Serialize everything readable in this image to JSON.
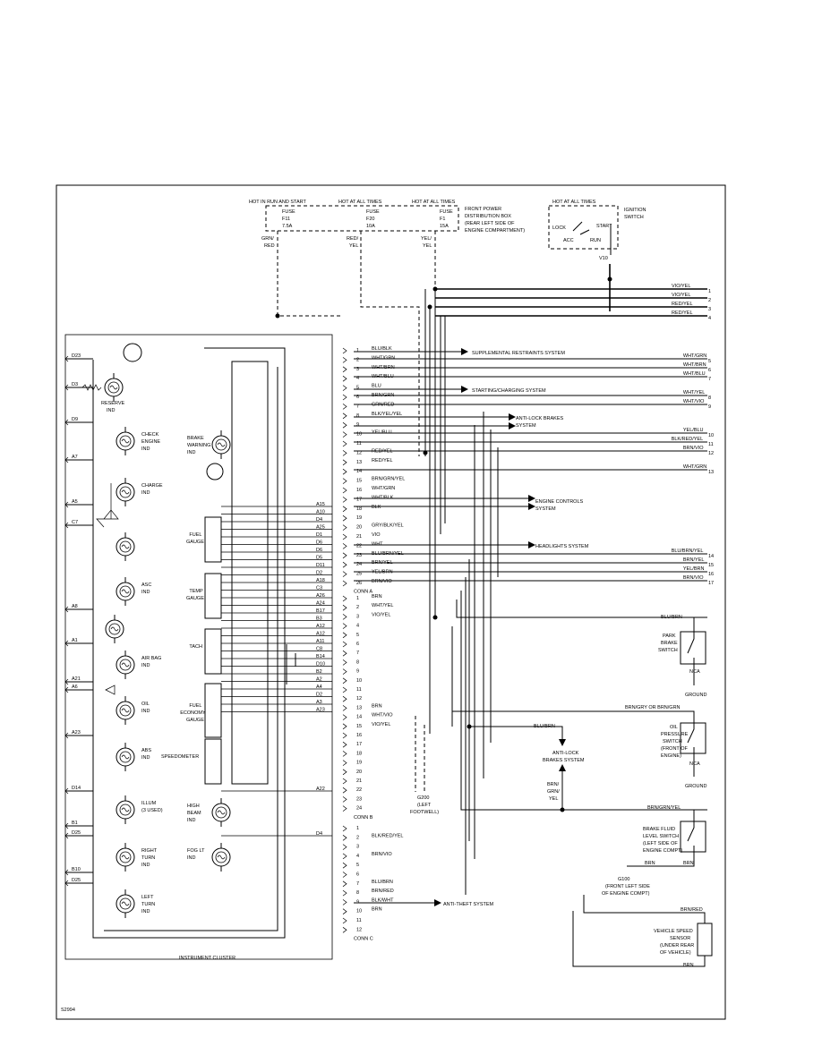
{
  "frame": {
    "code": "S2994"
  },
  "power": {
    "hot1": "HOT IN RUN AND START",
    "hot2": "HOT AT ALL TIMES",
    "hot3": "HOT AT ALL TIMES",
    "fuse1": [
      "FUSE",
      "F11",
      "7.5A"
    ],
    "fuse2": [
      "FUSE",
      "F20",
      "10A"
    ],
    "fuse3": [
      "FUSE",
      "F1",
      "15A"
    ],
    "box": [
      "FRONT POWER",
      "DISTRIBUTION BOX",
      "(REAR LEFT SIDE OF",
      "ENGINE COMPARTMENT)"
    ],
    "w1": [
      "GRN/",
      "RED"
    ],
    "w2": [
      "RED/",
      "YEL"
    ],
    "w3": [
      "YEL/",
      "YEL"
    ]
  },
  "ignition": {
    "hot": "HOT AT ALL TIMES",
    "title": [
      "IGNITION",
      "SWITCH"
    ],
    "lock": "LOCK",
    "acc": "ACC",
    "start": "START",
    "run": "RUN",
    "pin": "V10"
  },
  "top_wires": [
    {
      "label": "VIO/YEL",
      "num": "1"
    },
    {
      "label": "VIO/YEL",
      "num": "2"
    },
    {
      "label": "RED/YEL",
      "num": "3"
    },
    {
      "label": "RED/YEL",
      "num": "4"
    }
  ],
  "cluster": {
    "title": "INSTRUMENT CLUSTER",
    "left_pins": [
      "D23",
      "D3",
      "D9",
      "A7",
      "A5",
      "C7",
      "A8",
      "A1",
      "A21",
      "A6",
      "A23",
      "D14",
      "B1",
      "D25",
      "B10",
      "D25"
    ],
    "right_pins": [
      "A15",
      "A10",
      "D4",
      "A25",
      "D1",
      "D6",
      "D6",
      "D5",
      "D11",
      "D2",
      "A18",
      "C3",
      "A26",
      "A24",
      "B17",
      "B3",
      "A12",
      "A12",
      "A11",
      "C8",
      "B14",
      "D10",
      "B2",
      "A2",
      "A4",
      "D2",
      "A3",
      "A23",
      "A22",
      "D4"
    ],
    "indicators": [
      [
        "RESERVE",
        "IND"
      ],
      [
        "CHECK",
        "ENGINE",
        "IND"
      ],
      [
        "CHARGE",
        "IND"
      ],
      [
        "ASC",
        "IND"
      ],
      [
        "AIR BAG",
        "IND"
      ],
      [
        "OIL",
        "IND"
      ],
      [
        "ABS",
        "IND"
      ],
      [
        "ILLUM",
        "(3 USED)"
      ],
      [
        "RIGHT",
        "TURN",
        "IND"
      ],
      [
        "LEFT",
        "TURN",
        "IND"
      ],
      [
        "BRAKE",
        "WARNING",
        "IND"
      ],
      [
        "HIGH",
        "BEAM",
        "IND"
      ],
      [
        "FOG LT",
        "IND"
      ]
    ],
    "gauges": [
      [
        "FUEL",
        "GAUGE"
      ],
      [
        "TEMP",
        "GAUGE"
      ],
      [
        "TACH"
      ],
      [
        "FUEL",
        "ECONOMY",
        "GAUGE"
      ],
      [
        "SPEEDOMETER"
      ]
    ]
  },
  "conn_a": {
    "name": "CONN A",
    "pins": [
      {
        "n": "1",
        "w": "BLU/BLK"
      },
      {
        "n": "2",
        "w": "WHT/GRN"
      },
      {
        "n": "3",
        "w": "WHT/BRN"
      },
      {
        "n": "4",
        "w": "WHT/BLU"
      },
      {
        "n": "5",
        "w": "BLU"
      },
      {
        "n": "6",
        "w": "BRN/GRN"
      },
      {
        "n": "7",
        "w": "GRN/RED"
      },
      {
        "n": "8",
        "w": "BLK/YEL/YEL"
      },
      {
        "n": "9",
        "w": ""
      },
      {
        "n": "10",
        "w": "YEL/BLU"
      },
      {
        "n": "11",
        "w": ""
      },
      {
        "n": "12",
        "w": "RED/YEL"
      },
      {
        "n": "13",
        "w": "RED/YEL"
      },
      {
        "n": "14",
        "w": ""
      },
      {
        "n": "15",
        "w": "BRN/GRN/YEL"
      },
      {
        "n": "16",
        "w": "WHT/GRN"
      },
      {
        "n": "17",
        "w": "WHT/BLK"
      },
      {
        "n": "18",
        "w": "BLK"
      },
      {
        "n": "19",
        "w": ""
      },
      {
        "n": "20",
        "w": "GRY/BLK/YEL"
      },
      {
        "n": "21",
        "w": "VIO"
      },
      {
        "n": "22",
        "w": "WHT"
      },
      {
        "n": "23",
        "w": "BLU/BRN/YEL"
      },
      {
        "n": "24",
        "w": "BRN/YEL"
      },
      {
        "n": "25",
        "w": "YEL/BRN"
      },
      {
        "n": "26",
        "w": "BRN/VIO"
      }
    ]
  },
  "conn_b": {
    "name": "CONN B",
    "pins": [
      {
        "n": "1",
        "w": "BRN"
      },
      {
        "n": "2",
        "w": "WHT/YEL"
      },
      {
        "n": "3",
        "w": "VIO/YEL"
      },
      {
        "n": "4",
        "w": ""
      },
      {
        "n": "5",
        "w": ""
      },
      {
        "n": "6",
        "w": ""
      },
      {
        "n": "7",
        "w": ""
      },
      {
        "n": "8",
        "w": ""
      },
      {
        "n": "9",
        "w": ""
      },
      {
        "n": "10",
        "w": ""
      },
      {
        "n": "11",
        "w": ""
      },
      {
        "n": "12",
        "w": ""
      },
      {
        "n": "13",
        "w": "BRN"
      },
      {
        "n": "14",
        "w": "WHT/VIO"
      },
      {
        "n": "15",
        "w": "VIO/YEL"
      },
      {
        "n": "16",
        "w": ""
      },
      {
        "n": "17",
        "w": ""
      },
      {
        "n": "18",
        "w": ""
      },
      {
        "n": "19",
        "w": ""
      },
      {
        "n": "20",
        "w": ""
      },
      {
        "n": "21",
        "w": ""
      },
      {
        "n": "22",
        "w": ""
      },
      {
        "n": "23",
        "w": ""
      },
      {
        "n": "24",
        "w": ""
      }
    ]
  },
  "conn_c": {
    "name": "CONN C",
    "pins": [
      {
        "n": "1",
        "w": ""
      },
      {
        "n": "2",
        "w": "BLK/RED/YEL"
      },
      {
        "n": "3",
        "w": ""
      },
      {
        "n": "4",
        "w": "BRN/VIO"
      },
      {
        "n": "5",
        "w": ""
      },
      {
        "n": "6",
        "w": ""
      },
      {
        "n": "7",
        "w": "BLU/BRN"
      },
      {
        "n": "8",
        "w": "BRN/RED"
      },
      {
        "n": "9",
        "w": "BLK/WHT"
      },
      {
        "n": "10",
        "w": "BRN"
      },
      {
        "n": "11",
        "w": ""
      },
      {
        "n": "12",
        "w": ""
      }
    ]
  },
  "systems": {
    "srs": "SUPPLEMENTAL RESTRAINTS SYSTEM",
    "charging": "STARTING/CHARGING SYSTEM",
    "abs": [
      "ANTI-LOCK BRAKES",
      "SYSTEM"
    ],
    "engine": [
      "ENGINE CONTROLS",
      "SYSTEM"
    ],
    "headlights": "HEADLIGHTS SYSTEM",
    "antitheft": "ANTI-THEFT SYSTEM",
    "abs2": [
      "ANTI-LOCK",
      "BRAKES SYSTEM"
    ]
  },
  "right_a": [
    {
      "label": "WHT/GRN",
      "num": "5"
    },
    {
      "label": "WHT/BRN",
      "num": "6"
    },
    {
      "label": "WHT/BLU",
      "num": "7"
    },
    {
      "label": "WHT/YEL",
      "num": "8"
    },
    {
      "label": "WHT/VIO",
      "num": "9"
    },
    {
      "label": "YEL/BLU",
      "num": "10"
    },
    {
      "label": "BLK/RED/YEL",
      "num": "11"
    },
    {
      "label": "BRN/VIO",
      "num": "12"
    },
    {
      "label": "WHT/GRN",
      "num": "13"
    },
    {
      "label": "BLU/BRN/YEL",
      "num": "14"
    },
    {
      "label": "BRN/YEL",
      "num": "15"
    },
    {
      "label": "YEL/BRN",
      "num": "16"
    },
    {
      "label": "BRN/VIO",
      "num": "17"
    }
  ],
  "components": {
    "park": [
      "PARK",
      "BRAKE",
      "SWITCH"
    ],
    "park_wire": "BLU/BRN",
    "nca1": "NCA",
    "ground1": "GROUND",
    "oil": [
      "OIL",
      "PRESSURE",
      "SWITCH",
      "(FRONT OF",
      "ENGINE)"
    ],
    "oil_wire": "BRN/GRY OR BRN/GRN",
    "nca2": "NCA",
    "ground2": "GROUND",
    "abs_wire": "BLU/BRN",
    "abs_wires": [
      "BRN/",
      "GRN/",
      "YEL"
    ],
    "brake_fluid": [
      "BRAKE FLUID",
      "LEVEL SWITCH",
      "(LEFT SIDE OF",
      "ENGINE COMPT)"
    ],
    "bf_wire": "BRN/GRN/YEL",
    "bf_brn": "BRN",
    "g100": [
      "G100",
      "(FRONT LEFT SIDE",
      "OF ENGINE COMPT)"
    ],
    "g100_wire": "BRN",
    "vss": [
      "VEHICLE SPEED",
      "SENSOR",
      "(UNDER REAR",
      "OF VEHICLE)"
    ],
    "vss_wire1": "BRN/RED",
    "vss_wire2": "BRN",
    "g200": [
      "G200",
      "(LEFT",
      "FOOTWELL)"
    ],
    "g200_wires": [
      "BRN",
      "BRN"
    ]
  }
}
